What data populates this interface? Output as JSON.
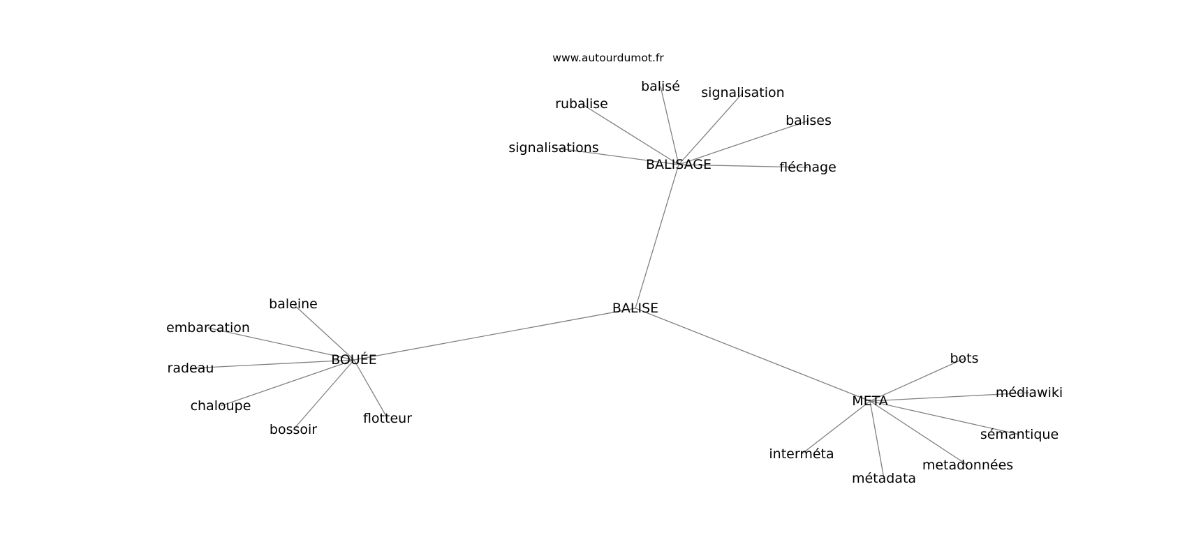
{
  "source_label": "www.autourdumot.fr",
  "graph": {
    "nodes": [
      {
        "id": "balise",
        "label": "BALISE"
      },
      {
        "id": "balisage",
        "label": "BALISAGE"
      },
      {
        "id": "bouee",
        "label": "BOUÉE"
      },
      {
        "id": "meta",
        "label": "META"
      },
      {
        "id": "balise_acc",
        "label": "balisé"
      },
      {
        "id": "signalisation",
        "label": "signalisation"
      },
      {
        "id": "rubalise",
        "label": "rubalise"
      },
      {
        "id": "balises",
        "label": "balises"
      },
      {
        "id": "signalisations",
        "label": "signalisations"
      },
      {
        "id": "flechage",
        "label": "fléchage"
      },
      {
        "id": "baleine",
        "label": "baleine"
      },
      {
        "id": "embarcation",
        "label": "embarcation"
      },
      {
        "id": "radeau",
        "label": "radeau"
      },
      {
        "id": "chaloupe",
        "label": "chaloupe"
      },
      {
        "id": "bossoir",
        "label": "bossoir"
      },
      {
        "id": "flotteur",
        "label": "flotteur"
      },
      {
        "id": "bots",
        "label": "bots"
      },
      {
        "id": "mediawiki",
        "label": "médiawiki"
      },
      {
        "id": "semantique",
        "label": "sémantique"
      },
      {
        "id": "metadonnees",
        "label": "metadonnées"
      },
      {
        "id": "metadata",
        "label": "métadata"
      },
      {
        "id": "intermeta",
        "label": "interméta"
      }
    ],
    "edges": [
      [
        "balise",
        "balisage"
      ],
      [
        "balise",
        "bouee"
      ],
      [
        "balise",
        "meta"
      ],
      [
        "balisage",
        "balise_acc"
      ],
      [
        "balisage",
        "signalisation"
      ],
      [
        "balisage",
        "rubalise"
      ],
      [
        "balisage",
        "balises"
      ],
      [
        "balisage",
        "signalisations"
      ],
      [
        "balisage",
        "flechage"
      ],
      [
        "bouee",
        "baleine"
      ],
      [
        "bouee",
        "embarcation"
      ],
      [
        "bouee",
        "radeau"
      ],
      [
        "bouee",
        "chaloupe"
      ],
      [
        "bouee",
        "bossoir"
      ],
      [
        "bouee",
        "flotteur"
      ],
      [
        "meta",
        "bots"
      ],
      [
        "meta",
        "mediawiki"
      ],
      [
        "meta",
        "semantique"
      ],
      [
        "meta",
        "metadonnees"
      ],
      [
        "meta",
        "metadata"
      ],
      [
        "meta",
        "intermeta"
      ]
    ]
  }
}
